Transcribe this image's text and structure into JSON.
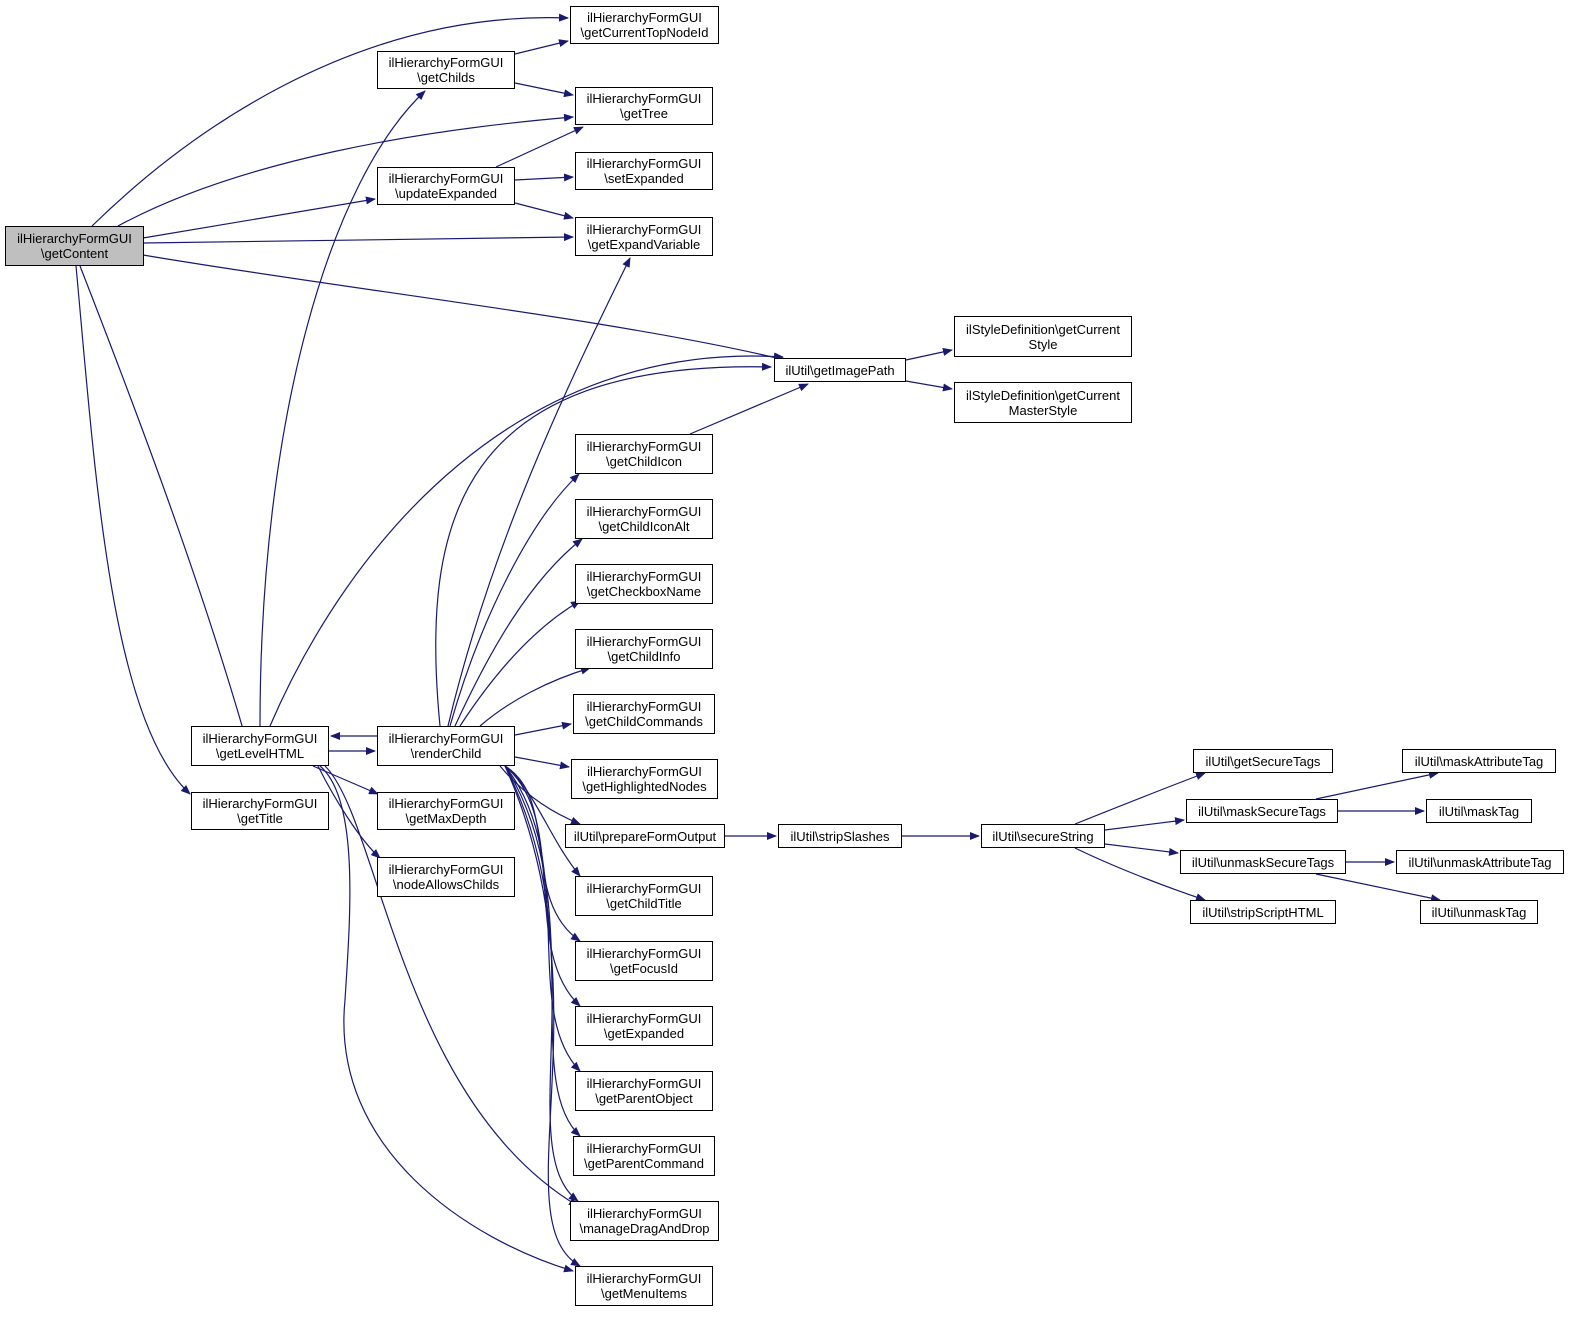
{
  "graph": {
    "colors": {
      "edge": "#191970",
      "node_border": "#000000",
      "node_fill": "#ffffff",
      "root_fill": "#bfbfbf"
    },
    "nodes": [
      {
        "id": "getContent",
        "lines": [
          "ilHierarchyFormGUI",
          "\\getContent"
        ],
        "root": true
      },
      {
        "id": "getCurrentTopNodeId",
        "lines": [
          "ilHierarchyFormGUI",
          "\\getCurrentTopNodeId"
        ]
      },
      {
        "id": "getChilds",
        "lines": [
          "ilHierarchyFormGUI",
          "\\getChilds"
        ]
      },
      {
        "id": "getTree",
        "lines": [
          "ilHierarchyFormGUI",
          "\\getTree"
        ]
      },
      {
        "id": "setExpanded",
        "lines": [
          "ilHierarchyFormGUI",
          "\\setExpanded"
        ]
      },
      {
        "id": "updateExpanded",
        "lines": [
          "ilHierarchyFormGUI",
          "\\updateExpanded"
        ]
      },
      {
        "id": "getExpandVariable",
        "lines": [
          "ilHierarchyFormGUI",
          "\\getExpandVariable"
        ]
      },
      {
        "id": "getImagePath",
        "lines": [
          "ilUtil\\getImagePath"
        ]
      },
      {
        "id": "getCurrentStyle",
        "lines": [
          "ilStyleDefinition\\getCurrent",
          "Style"
        ]
      },
      {
        "id": "getCurrentMasterStyle",
        "lines": [
          "ilStyleDefinition\\getCurrent",
          "MasterStyle"
        ]
      },
      {
        "id": "getChildIcon",
        "lines": [
          "ilHierarchyFormGUI",
          "\\getChildIcon"
        ]
      },
      {
        "id": "getChildIconAlt",
        "lines": [
          "ilHierarchyFormGUI",
          "\\getChildIconAlt"
        ]
      },
      {
        "id": "getCheckboxName",
        "lines": [
          "ilHierarchyFormGUI",
          "\\getCheckboxName"
        ]
      },
      {
        "id": "getChildInfo",
        "lines": [
          "ilHierarchyFormGUI",
          "\\getChildInfo"
        ]
      },
      {
        "id": "getChildCommands",
        "lines": [
          "ilHierarchyFormGUI",
          "\\getChildCommands"
        ]
      },
      {
        "id": "getLevelHTML",
        "lines": [
          "ilHierarchyFormGUI",
          "\\getLevelHTML"
        ]
      },
      {
        "id": "renderChild",
        "lines": [
          "ilHierarchyFormGUI",
          "\\renderChild"
        ]
      },
      {
        "id": "getHighlightedNodes",
        "lines": [
          "ilHierarchyFormGUI",
          "\\getHighlightedNodes"
        ]
      },
      {
        "id": "getTitle",
        "lines": [
          "ilHierarchyFormGUI",
          "\\getTitle"
        ]
      },
      {
        "id": "getMaxDepth",
        "lines": [
          "ilHierarchyFormGUI",
          "\\getMaxDepth"
        ]
      },
      {
        "id": "prepareFormOutput",
        "lines": [
          "ilUtil\\prepareFormOutput"
        ]
      },
      {
        "id": "stripSlashes",
        "lines": [
          "ilUtil\\stripSlashes"
        ]
      },
      {
        "id": "secureString",
        "lines": [
          "ilUtil\\secureString"
        ]
      },
      {
        "id": "getSecureTags",
        "lines": [
          "ilUtil\\getSecureTags"
        ]
      },
      {
        "id": "maskAttributeTag",
        "lines": [
          "ilUtil\\maskAttributeTag"
        ]
      },
      {
        "id": "maskSecureTags",
        "lines": [
          "ilUtil\\maskSecureTags"
        ]
      },
      {
        "id": "maskTag",
        "lines": [
          "ilUtil\\maskTag"
        ]
      },
      {
        "id": "unmaskSecureTags",
        "lines": [
          "ilUtil\\unmaskSecureTags"
        ]
      },
      {
        "id": "unmaskAttributeTag",
        "lines": [
          "ilUtil\\unmaskAttributeTag"
        ]
      },
      {
        "id": "stripScriptHTML",
        "lines": [
          "ilUtil\\stripScriptHTML"
        ]
      },
      {
        "id": "unmaskTag",
        "lines": [
          "ilUtil\\unmaskTag"
        ]
      },
      {
        "id": "nodeAllowsChilds",
        "lines": [
          "ilHierarchyFormGUI",
          "\\nodeAllowsChilds"
        ]
      },
      {
        "id": "getChildTitle",
        "lines": [
          "ilHierarchyFormGUI",
          "\\getChildTitle"
        ]
      },
      {
        "id": "getFocusId",
        "lines": [
          "ilHierarchyFormGUI",
          "\\getFocusId"
        ]
      },
      {
        "id": "getExpanded",
        "lines": [
          "ilHierarchyFormGUI",
          "\\getExpanded"
        ]
      },
      {
        "id": "getParentObject",
        "lines": [
          "ilHierarchyFormGUI",
          "\\getParentObject"
        ]
      },
      {
        "id": "getParentCommand",
        "lines": [
          "ilHierarchyFormGUI",
          "\\getParentCommand"
        ]
      },
      {
        "id": "manageDragAndDrop",
        "lines": [
          "ilHierarchyFormGUI",
          "\\manageDragAndDrop"
        ]
      },
      {
        "id": "getMenuItems",
        "lines": [
          "ilHierarchyFormGUI",
          "\\getMenuItems"
        ]
      }
    ],
    "edges": [
      [
        "getContent",
        "getCurrentTopNodeId"
      ],
      [
        "getContent",
        "getTree"
      ],
      [
        "getContent",
        "updateExpanded"
      ],
      [
        "getContent",
        "getExpandVariable"
      ],
      [
        "getContent",
        "getImagePath"
      ],
      [
        "getContent",
        "getLevelHTML"
      ],
      [
        "getContent",
        "getTitle"
      ],
      [
        "getChilds",
        "getCurrentTopNodeId"
      ],
      [
        "getChilds",
        "getTree"
      ],
      [
        "updateExpanded",
        "getTree"
      ],
      [
        "updateExpanded",
        "setExpanded"
      ],
      [
        "updateExpanded",
        "getExpandVariable"
      ],
      [
        "getImagePath",
        "getCurrentStyle"
      ],
      [
        "getImagePath",
        "getCurrentMasterStyle"
      ],
      [
        "getChildIcon",
        "getImagePath"
      ],
      [
        "getLevelHTML",
        "getChilds"
      ],
      [
        "getLevelHTML",
        "getImagePath"
      ],
      [
        "getLevelHTML",
        "renderChild"
      ],
      [
        "getLevelHTML",
        "getMaxDepth"
      ],
      [
        "getLevelHTML",
        "nodeAllowsChilds"
      ],
      [
        "getLevelHTML",
        "manageDragAndDrop"
      ],
      [
        "getLevelHTML",
        "getMenuItems"
      ],
      [
        "renderChild",
        "getLevelHTML"
      ],
      [
        "renderChild",
        "getExpandVariable"
      ],
      [
        "renderChild",
        "getImagePath"
      ],
      [
        "renderChild",
        "getChildIcon"
      ],
      [
        "renderChild",
        "getChildIconAlt"
      ],
      [
        "renderChild",
        "getCheckboxName"
      ],
      [
        "renderChild",
        "getChildInfo"
      ],
      [
        "renderChild",
        "getChildCommands"
      ],
      [
        "renderChild",
        "getHighlightedNodes"
      ],
      [
        "renderChild",
        "prepareFormOutput"
      ],
      [
        "renderChild",
        "getChildTitle"
      ],
      [
        "renderChild",
        "getFocusId"
      ],
      [
        "renderChild",
        "getExpanded"
      ],
      [
        "renderChild",
        "getParentObject"
      ],
      [
        "renderChild",
        "getParentCommand"
      ],
      [
        "renderChild",
        "manageDragAndDrop"
      ],
      [
        "renderChild",
        "getMenuItems"
      ],
      [
        "prepareFormOutput",
        "stripSlashes"
      ],
      [
        "stripSlashes",
        "secureString"
      ],
      [
        "secureString",
        "getSecureTags"
      ],
      [
        "secureString",
        "maskSecureTags"
      ],
      [
        "secureString",
        "unmaskSecureTags"
      ],
      [
        "secureString",
        "stripScriptHTML"
      ],
      [
        "maskSecureTags",
        "maskAttributeTag"
      ],
      [
        "maskSecureTags",
        "maskTag"
      ],
      [
        "unmaskSecureTags",
        "unmaskAttributeTag"
      ],
      [
        "unmaskSecureTags",
        "unmaskTag"
      ]
    ]
  }
}
